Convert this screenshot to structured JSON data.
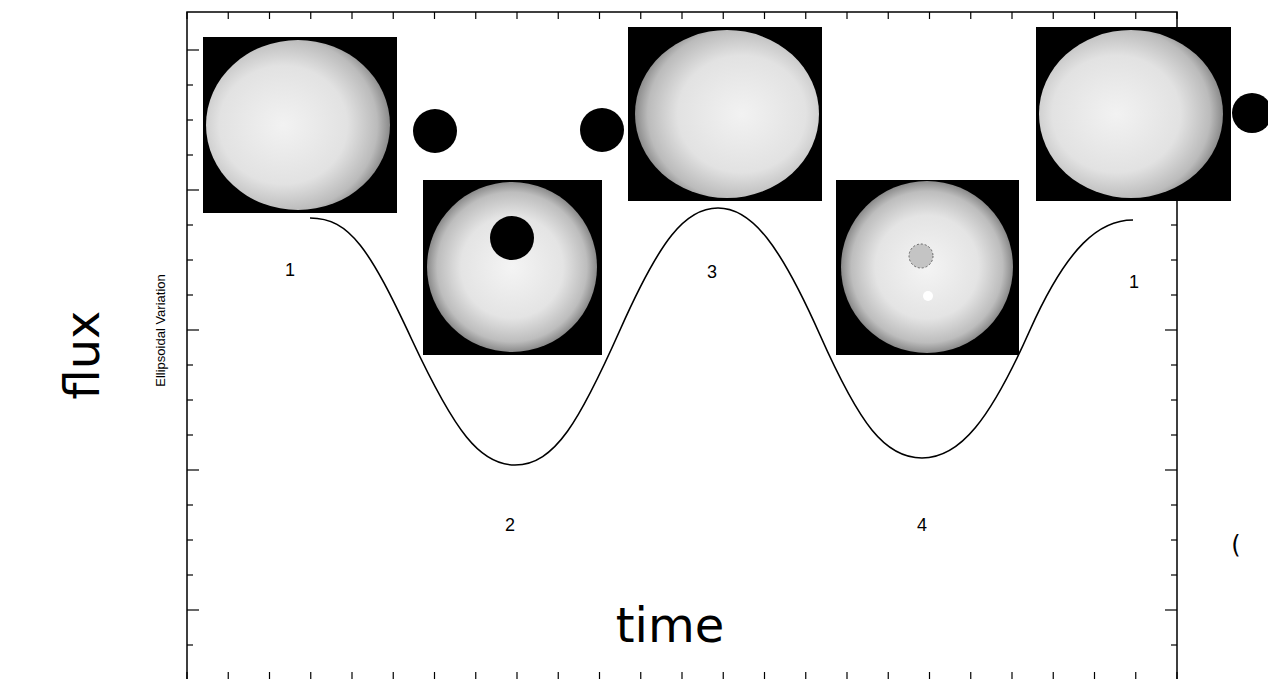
{
  "diagram": {
    "labels": [
      "flux",
      "Ellipsoidal Variation",
      "1",
      "2",
      "3",
      "4",
      "1",
      "time",
      "("
    ]
  }
}
